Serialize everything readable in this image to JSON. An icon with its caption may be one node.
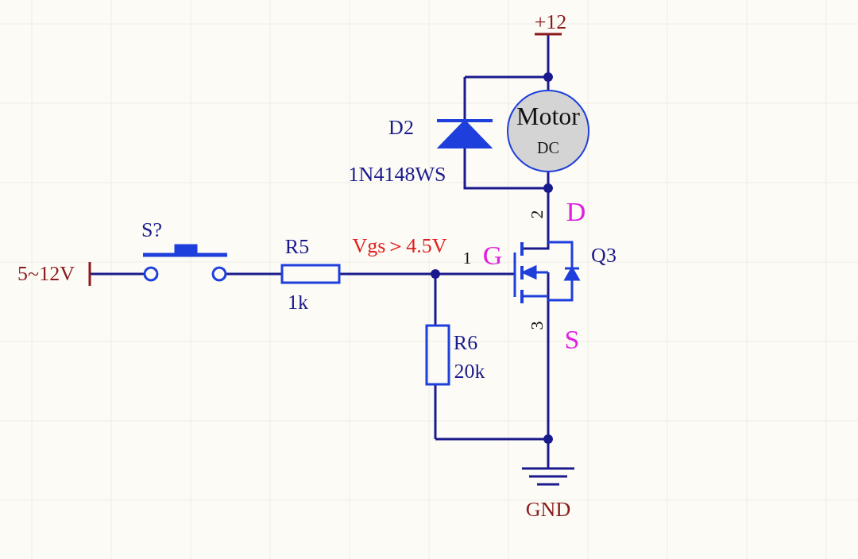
{
  "diagram": {
    "nodes": [
      {
        "text": [
          "Motor",
          "DC"
        ]
      }
    ],
    "labels": [
      "+12",
      "D2",
      "1N4148WS",
      "2",
      "D",
      "S?",
      "R5",
      "Vgs＞4.5V",
      "1",
      "G",
      "Q3",
      "5~12V",
      "1k",
      "R6",
      "20k",
      "3",
      "S",
      "GND"
    ]
  }
}
